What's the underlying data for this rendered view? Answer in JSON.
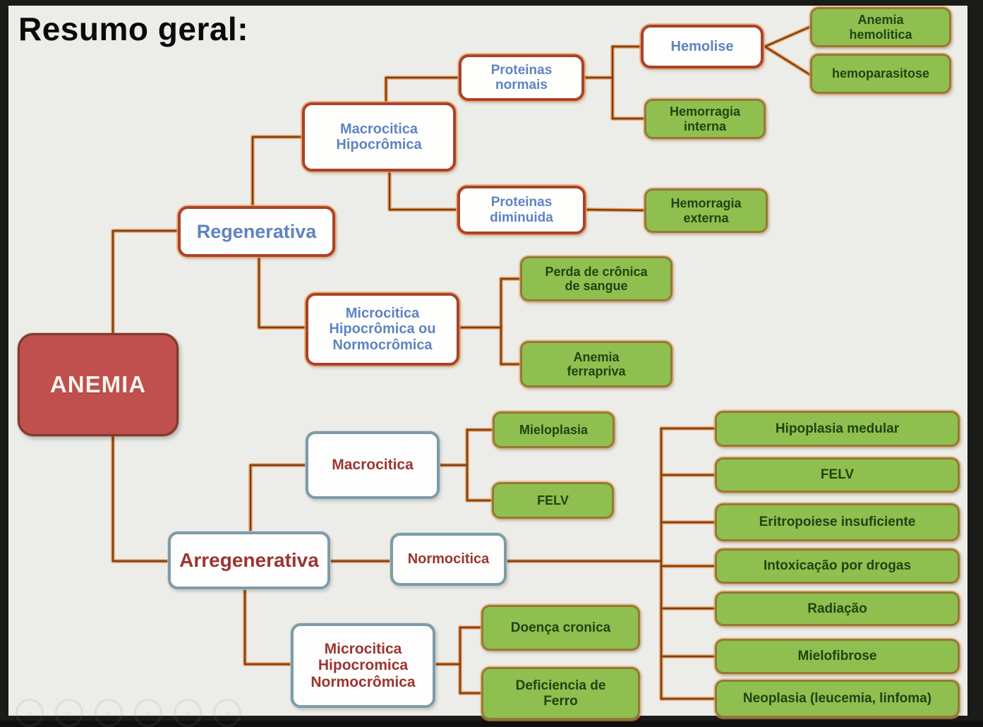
{
  "title": "Resumo geral:",
  "colors": {
    "background": "#ECECE9",
    "frame": "#1B1B19",
    "root_fill": "#C0504D",
    "upper_branch_border": "#A8432D",
    "upper_branch_text": "#5F83C0",
    "lower_branch_border": "#7E9BA7",
    "lower_branch_text": "#9C3530",
    "leaf_fill": "#8FBF4E",
    "leaf_border": "#93793A",
    "leaf_text": "#1F4414",
    "connector_core": "#7E3B15",
    "connector_glow": "#E39A4F"
  },
  "nodes": {
    "anemia": {
      "label": "ANEMIA",
      "type": "root"
    },
    "regenerativa": {
      "label": "Regenerativa",
      "type": "branch-blue"
    },
    "macro_hipo": {
      "label": "Macrocitica\nHipocrômica",
      "type": "branch-blue"
    },
    "proteinas_normais": {
      "label": "Proteinas\nnormais",
      "type": "branch-blue"
    },
    "proteinas_diminuida": {
      "label": "Proteinas\ndiminuida",
      "type": "branch-blue"
    },
    "hemolise": {
      "label": "Hemolise",
      "type": "branch-blue"
    },
    "anemia_hemolitica": {
      "label": "Anemia\nhemolitica",
      "type": "leaf"
    },
    "hemoparasitose": {
      "label": "hemoparasitose",
      "type": "leaf"
    },
    "hemorragia_interna": {
      "label": "Hemorragia\ninterna",
      "type": "leaf"
    },
    "hemorragia_externa": {
      "label": "Hemorragia\nexterna",
      "type": "leaf"
    },
    "micro_upper": {
      "label": "Microcitica\nHipocrômica ou\nNormocrômica",
      "type": "branch-blue"
    },
    "perda_cronica": {
      "label": "Perda de crônica\nde sangue",
      "type": "leaf"
    },
    "anemia_ferrapriva": {
      "label": "Anemia\nferrapriva",
      "type": "leaf"
    },
    "macrocitica_lower": {
      "label": "Macrocitica",
      "type": "branch-red"
    },
    "mieloplasia": {
      "label": "Mieloplasia",
      "type": "leaf"
    },
    "felv_mid": {
      "label": "FELV",
      "type": "leaf"
    },
    "arregenerativa": {
      "label": "Arregenerativa",
      "type": "branch-red"
    },
    "normocitica": {
      "label": "Normocitica",
      "type": "branch-red"
    },
    "micro_lower": {
      "label": "Microcitica\nHipocromica\nNormocrômica",
      "type": "branch-red"
    },
    "doenca_cronica": {
      "label": "Doença cronica",
      "type": "leaf"
    },
    "deficiencia_ferro": {
      "label": "Deficiencia de\nFerro",
      "type": "leaf"
    },
    "hipoplasia_medular": {
      "label": "Hipoplasia medular",
      "type": "leaf"
    },
    "felv_right": {
      "label": "FELV",
      "type": "leaf"
    },
    "eritropoiese": {
      "label": "Eritropoiese insuficiente",
      "type": "leaf"
    },
    "intoxicacao": {
      "label": "Intoxicação por drogas",
      "type": "leaf"
    },
    "radiacao": {
      "label": "Radiação",
      "type": "leaf"
    },
    "mielofibrose": {
      "label": "Mielofibrose",
      "type": "leaf"
    },
    "neoplasia": {
      "label": "Neoplasia (leucemia, linfoma)",
      "type": "leaf"
    }
  },
  "edges": [
    [
      "anemia",
      "regenerativa"
    ],
    [
      "anemia",
      "arregenerativa"
    ],
    [
      "regenerativa",
      "macro_hipo"
    ],
    [
      "regenerativa",
      "micro_upper"
    ],
    [
      "macro_hipo",
      "proteinas_normais"
    ],
    [
      "macro_hipo",
      "proteinas_diminuida"
    ],
    [
      "proteinas_normais",
      "hemolise"
    ],
    [
      "proteinas_normais",
      "hemorragia_interna"
    ],
    [
      "hemolise",
      "anemia_hemolitica"
    ],
    [
      "hemolise",
      "hemoparasitose"
    ],
    [
      "proteinas_diminuida",
      "hemorragia_externa"
    ],
    [
      "micro_upper",
      "perda_cronica"
    ],
    [
      "micro_upper",
      "anemia_ferrapriva"
    ],
    [
      "arregenerativa",
      "macrocitica_lower"
    ],
    [
      "arregenerativa",
      "normocitica"
    ],
    [
      "arregenerativa",
      "micro_lower"
    ],
    [
      "macrocitica_lower",
      "mieloplasia"
    ],
    [
      "macrocitica_lower",
      "felv_mid"
    ],
    [
      "normocitica",
      "hipoplasia_medular"
    ],
    [
      "normocitica",
      "felv_right"
    ],
    [
      "normocitica",
      "eritropoiese"
    ],
    [
      "normocitica",
      "intoxicacao"
    ],
    [
      "normocitica",
      "radiacao"
    ],
    [
      "normocitica",
      "mielofibrose"
    ],
    [
      "normocitica",
      "neoplasia"
    ],
    [
      "micro_lower",
      "doenca_cronica"
    ],
    [
      "micro_lower",
      "deficiencia_ferro"
    ]
  ],
  "watermark_icons": [
    {
      "name": "circle-icon"
    },
    {
      "name": "circle-icon"
    },
    {
      "name": "circle-icon"
    },
    {
      "name": "circle-icon"
    },
    {
      "name": "circle-icon"
    },
    {
      "name": "circle-icon"
    }
  ]
}
